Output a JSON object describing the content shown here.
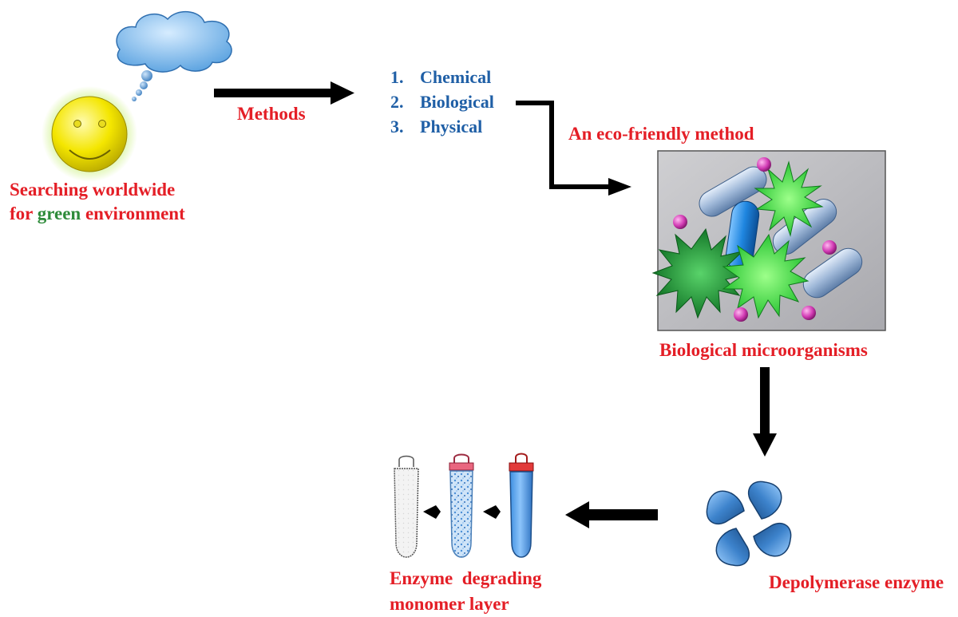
{
  "start": {
    "label_line1": "Searching worldwide",
    "label_line2_pre": "for ",
    "label_line2_green": "green",
    "label_line2_post": " environment"
  },
  "arrow1": {
    "label": "Methods"
  },
  "methods": {
    "items": [
      {
        "num": "1.",
        "text": "Chemical"
      },
      {
        "num": "2.",
        "text": "Biological"
      },
      {
        "num": "3.",
        "text": "Physical"
      }
    ]
  },
  "connector": {
    "label": "An eco-friendly method"
  },
  "microorganisms": {
    "label": "Biological microorganisms"
  },
  "enzyme": {
    "label": "Depolymerase enzyme"
  },
  "tubes": {
    "label_line1": "Enzyme  degrading",
    "label_line2": "monomer layer"
  },
  "colors": {
    "label_red": "#e41e26",
    "list_blue": "#1f5fa6",
    "green_word": "#2e8b3a",
    "arrow": "#000000",
    "panel_bg": "#b8b8bc",
    "smiley": "#f4e600",
    "halo": "#c9f07a",
    "cloud": "#8ec4f0",
    "enzyme_blue": "#3d83cc"
  }
}
